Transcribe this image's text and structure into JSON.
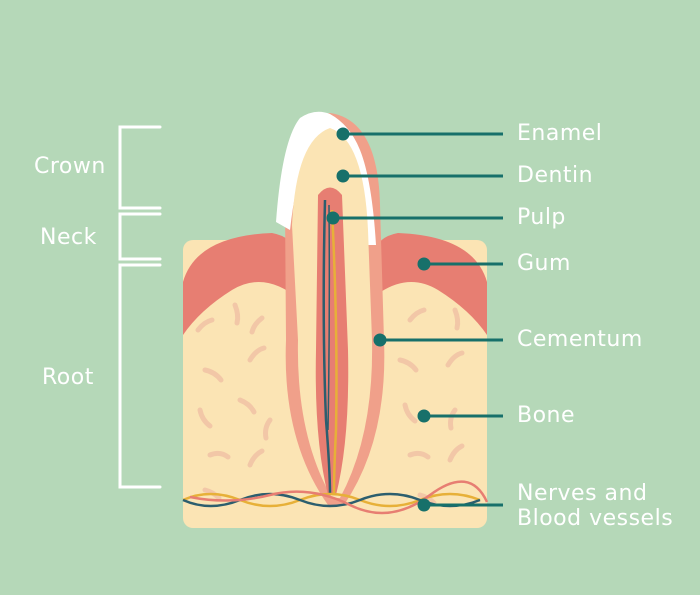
{
  "regions": {
    "crown": "Crown",
    "neck": "Neck",
    "root": "Root"
  },
  "parts": {
    "enamel": "Enamel",
    "dentin": "Dentin",
    "pulp": "Pulp",
    "gum": "Gum",
    "cementum": "Cementum",
    "bone": "Bone",
    "nerves_line1": "Nerves and",
    "nerves_line2": "Blood vessels"
  },
  "colors": {
    "background": "#b5d8b8",
    "enamel": "#ffffff",
    "dentin": "#fbe4b4",
    "pulp": "#e77e72",
    "gum": "#e77e72",
    "gum_inner": "#f0a08a",
    "bone": "#fbe4b4",
    "bone_marks": "#f2c7a7",
    "leader": "#17706a",
    "nerve": "#2c5e6e",
    "vessel": "#e7b038"
  }
}
